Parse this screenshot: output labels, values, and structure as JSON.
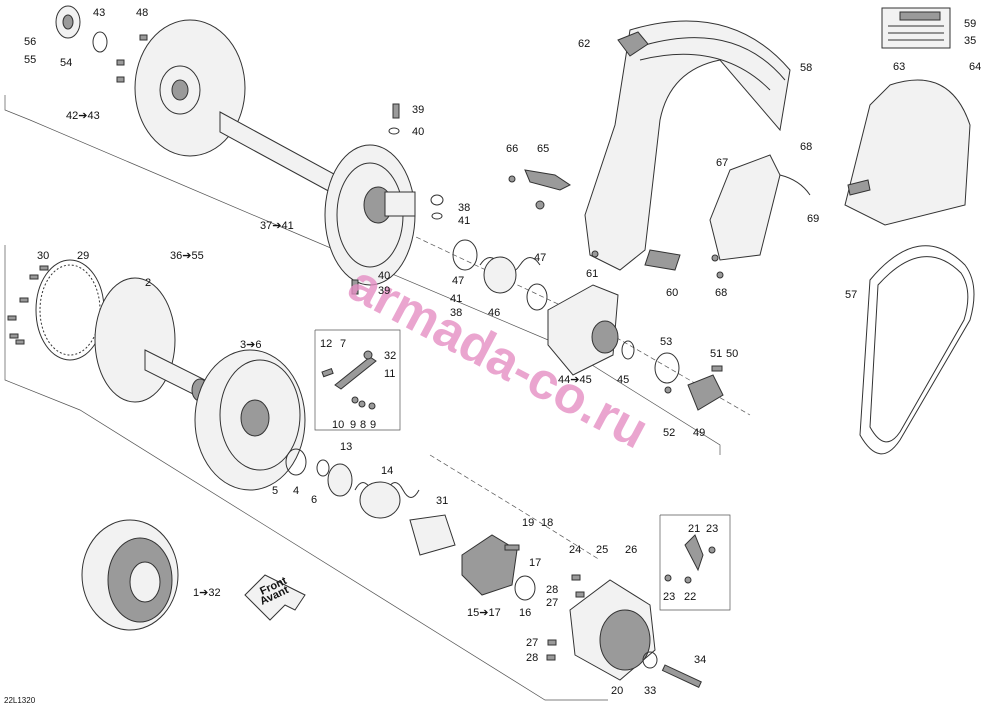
{
  "diagram_code": "22L1320",
  "watermark": "armada-co.ru",
  "direction_arrow": {
    "line1": "Front",
    "line2": "Avant"
  },
  "callouts": [
    {
      "id": "c56",
      "text": "56"
    },
    {
      "id": "c55",
      "text": "55"
    },
    {
      "id": "c54",
      "text": "54"
    },
    {
      "id": "c43",
      "text": "43"
    },
    {
      "id": "c48",
      "text": "48"
    },
    {
      "id": "c42",
      "text": "42➔43"
    },
    {
      "id": "c39a",
      "text": "39"
    },
    {
      "id": "c40a",
      "text": "40"
    },
    {
      "id": "c38a",
      "text": "38"
    },
    {
      "id": "c41a",
      "text": "41"
    },
    {
      "id": "c37",
      "text": "37➔41"
    },
    {
      "id": "c36",
      "text": "36➔55"
    },
    {
      "id": "c40b",
      "text": "40"
    },
    {
      "id": "c39b",
      "text": "39"
    },
    {
      "id": "c41b",
      "text": "41"
    },
    {
      "id": "c38b",
      "text": "38"
    },
    {
      "id": "c47a",
      "text": "47"
    },
    {
      "id": "c46",
      "text": "46"
    },
    {
      "id": "c47b",
      "text": "47"
    },
    {
      "id": "c44",
      "text": "44➔45"
    },
    {
      "id": "c45",
      "text": "45"
    },
    {
      "id": "c53",
      "text": "53"
    },
    {
      "id": "c51",
      "text": "51"
    },
    {
      "id": "c50",
      "text": "50"
    },
    {
      "id": "c52",
      "text": "52"
    },
    {
      "id": "c49",
      "text": "49"
    },
    {
      "id": "c30",
      "text": "30"
    },
    {
      "id": "c29",
      "text": "29"
    },
    {
      "id": "c2",
      "text": "2"
    },
    {
      "id": "c3",
      "text": "3➔6"
    },
    {
      "id": "c12",
      "text": "12"
    },
    {
      "id": "c7",
      "text": "7"
    },
    {
      "id": "c32a",
      "text": "32"
    },
    {
      "id": "c11",
      "text": "11"
    },
    {
      "id": "c10",
      "text": "10"
    },
    {
      "id": "c9a",
      "text": "9"
    },
    {
      "id": "c8",
      "text": "8"
    },
    {
      "id": "c9b",
      "text": "9"
    },
    {
      "id": "c13",
      "text": "13"
    },
    {
      "id": "c5",
      "text": "5"
    },
    {
      "id": "c4",
      "text": "4"
    },
    {
      "id": "c6",
      "text": "6"
    },
    {
      "id": "c14",
      "text": "14"
    },
    {
      "id": "c31",
      "text": "31"
    },
    {
      "id": "c19",
      "text": "19"
    },
    {
      "id": "c18",
      "text": "18"
    },
    {
      "id": "c17a",
      "text": "17"
    },
    {
      "id": "c15",
      "text": "15➔17"
    },
    {
      "id": "c16",
      "text": "16"
    },
    {
      "id": "c24",
      "text": "24"
    },
    {
      "id": "c25",
      "text": "25"
    },
    {
      "id": "c26",
      "text": "26"
    },
    {
      "id": "c28a",
      "text": "28"
    },
    {
      "id": "c27a",
      "text": "27"
    },
    {
      "id": "c27b",
      "text": "27"
    },
    {
      "id": "c28b",
      "text": "28"
    },
    {
      "id": "c20",
      "text": "20"
    },
    {
      "id": "c33",
      "text": "33"
    },
    {
      "id": "c34",
      "text": "34"
    },
    {
      "id": "c21",
      "text": "21"
    },
    {
      "id": "c23a",
      "text": "23"
    },
    {
      "id": "c23b",
      "text": "23"
    },
    {
      "id": "c22",
      "text": "22"
    },
    {
      "id": "c1",
      "text": "1➔32"
    },
    {
      "id": "c62",
      "text": "62"
    },
    {
      "id": "c59",
      "text": "59"
    },
    {
      "id": "c35",
      "text": "35"
    },
    {
      "id": "c58",
      "text": "58"
    },
    {
      "id": "c63",
      "text": "63"
    },
    {
      "id": "c64",
      "text": "64"
    },
    {
      "id": "c66",
      "text": "66"
    },
    {
      "id": "c65",
      "text": "65"
    },
    {
      "id": "c68a",
      "text": "68"
    },
    {
      "id": "c67",
      "text": "67"
    },
    {
      "id": "c69",
      "text": "69"
    },
    {
      "id": "c61",
      "text": "61"
    },
    {
      "id": "c60",
      "text": "60"
    },
    {
      "id": "c68b",
      "text": "68"
    },
    {
      "id": "c57",
      "text": "57"
    }
  ]
}
